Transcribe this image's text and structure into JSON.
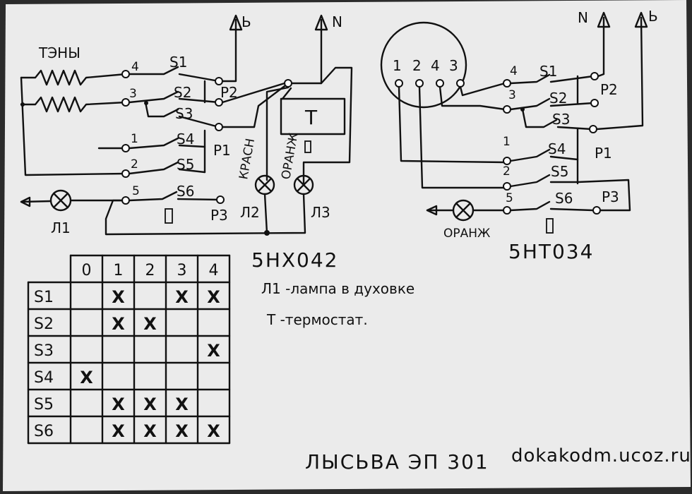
{
  "left_circuit": {
    "heaters_label": "ТЭНЫ",
    "phase_label": "Ь",
    "neutral_label": "N",
    "terminals": [
      "4",
      "3",
      "1",
      "2",
      "5"
    ],
    "switches": [
      "S1",
      "S2",
      "S3",
      "S4",
      "S5",
      "S6"
    ],
    "relays": [
      "P2",
      "P1",
      "P3"
    ],
    "thermostat": "Т",
    "lamps": [
      "Л1",
      "Л2",
      "Л3"
    ],
    "lamp_wire_colors": [
      "КРАСН",
      "ОРАНЖ"
    ],
    "model": "5НХ042"
  },
  "right_circuit": {
    "neutral_label": "N",
    "phase_label": "Ь",
    "terminals_top": [
      "1",
      "2",
      "4",
      "3"
    ],
    "terminals_side": [
      "4",
      "3",
      "1",
      "2",
      "5"
    ],
    "switches": [
      "S1",
      "S2",
      "S3",
      "S4",
      "S5",
      "S6"
    ],
    "relays": [
      "P2",
      "P1",
      "P3"
    ],
    "lamp_color": "ОРАНЖ",
    "model": "5НТ034"
  },
  "legend": {
    "line1": "Л1 -лампа в духовке",
    "line2": "Т -термостат."
  },
  "table": {
    "columns": [
      "0",
      "1",
      "2",
      "3",
      "4"
    ],
    "rows": [
      {
        "label": "S1",
        "marks": [
          "",
          "X",
          "",
          "X",
          "X"
        ]
      },
      {
        "label": "S2",
        "marks": [
          "",
          "X",
          "X",
          "",
          ""
        ]
      },
      {
        "label": "S3",
        "marks": [
          "",
          "",
          "",
          "",
          "X"
        ]
      },
      {
        "label": "S4",
        "marks": [
          "X",
          "",
          "",
          "",
          ""
        ]
      },
      {
        "label": "S5",
        "marks": [
          "",
          "X",
          "X",
          "X",
          ""
        ]
      },
      {
        "label": "S6",
        "marks": [
          "",
          "X",
          "X",
          "X",
          "X"
        ]
      }
    ]
  },
  "footer": {
    "title": "ЛЫСЬВА ЭП 301",
    "site": "dokakodm.ucoz.ru"
  }
}
